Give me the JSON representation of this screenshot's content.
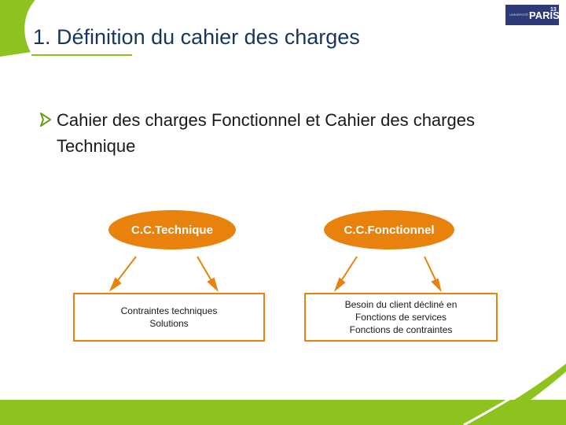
{
  "slide": {
    "title": "1. Définition du cahier des charges",
    "bullet": {
      "icon": "arrow-bullet-icon",
      "text": "Cahier des charges Fonctionnel et Cahier des charges Technique"
    },
    "logo": {
      "small_text": "UNIVERSITÉ",
      "word": "PARIS",
      "number": "13"
    },
    "diagram": {
      "technique": {
        "label": "C.C.Technique",
        "lines": [
          "Contraintes techniques",
          "Solutions"
        ]
      },
      "fonctionnel": {
        "label": "C.C.Fonctionnel",
        "lines": [
          "Besoin du client décliné en",
          "Fonctions de services",
          "Fonctions de contraintes"
        ]
      }
    },
    "colors": {
      "title": "#17365D",
      "accent_green": "#8DC21F",
      "orange": "#E8820C",
      "logo_blue": "#2E3A78"
    }
  }
}
